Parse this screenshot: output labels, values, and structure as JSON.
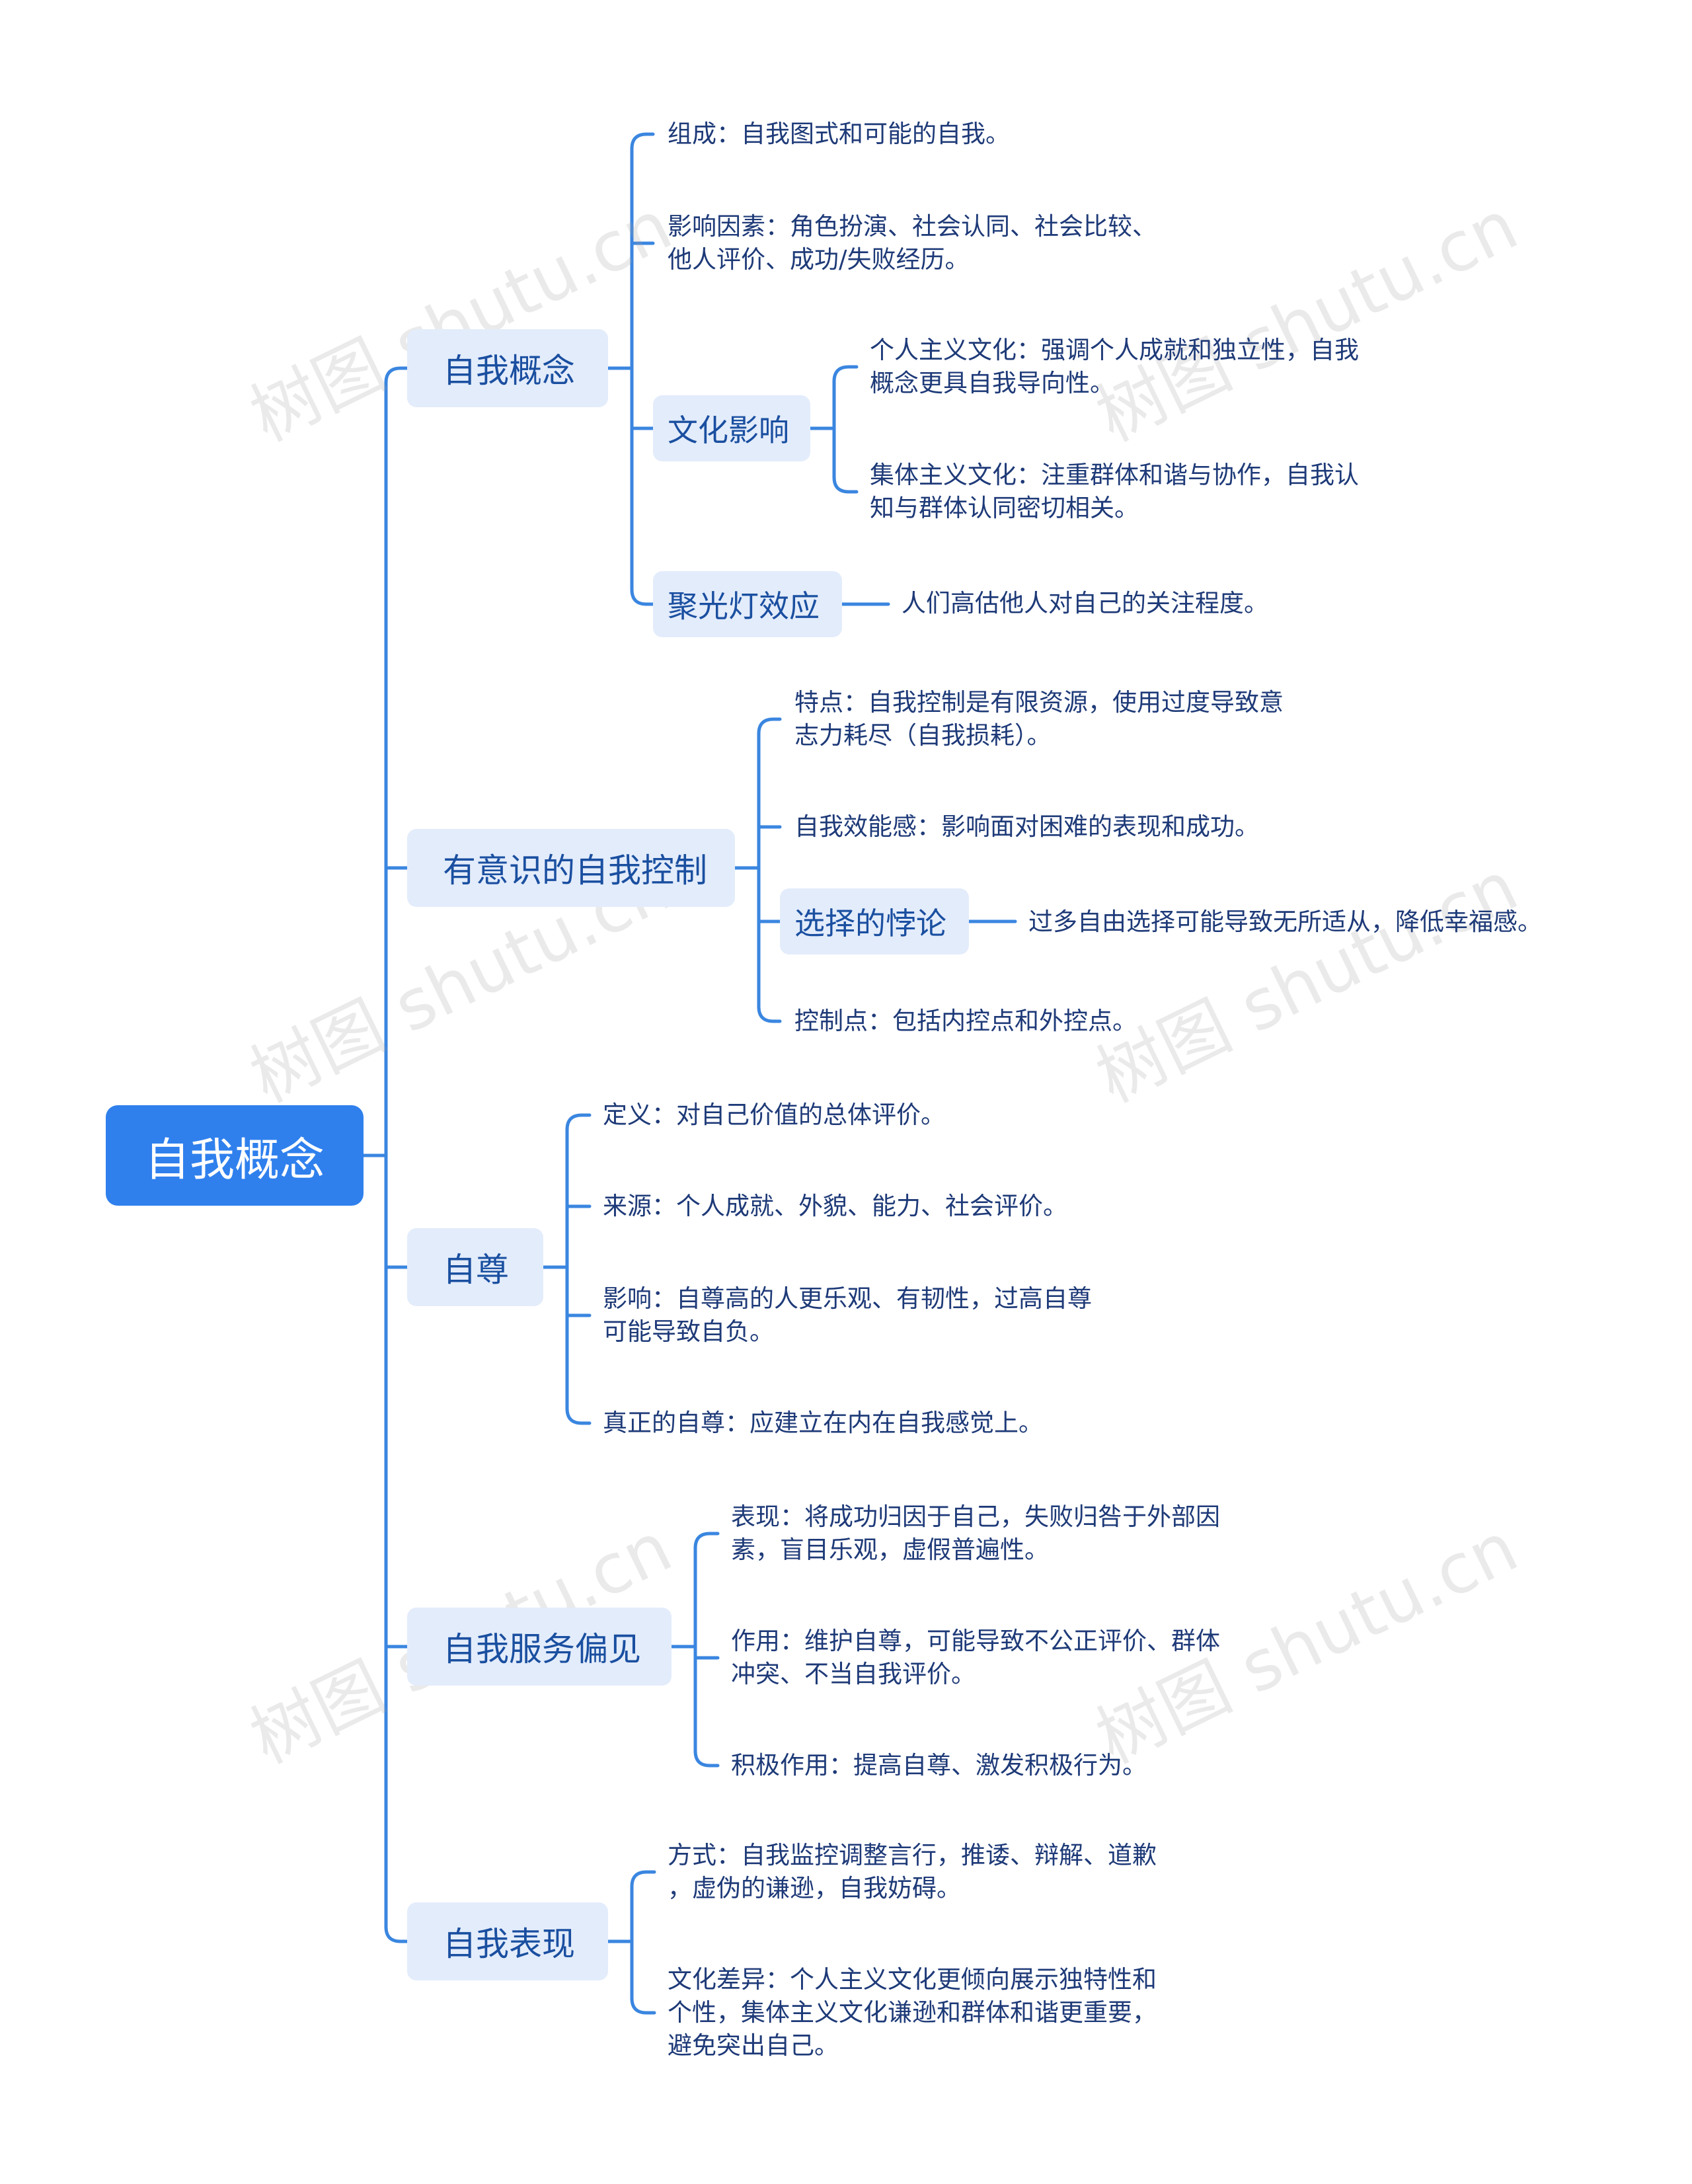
{
  "root": "自我概念",
  "colors": {
    "root": "#2f80ed",
    "branch_bg": "#e3ecfb",
    "branch_text": "#1a4fa0",
    "leaf_text": "#1e3a78",
    "line": "#3a86e0"
  },
  "branches": [
    {
      "label": "自我概念",
      "children": [
        {
          "text": "组成：自我图式和可能的自我。"
        },
        {
          "text": "影响因素：角色扮演、社会认同、社会比较、\n他人评价、成功/失败经历。"
        },
        {
          "label": "文化影响",
          "children": [
            {
              "text": "个人主义文化：强调个人成就和独立性，自我\n概念更具自我导向性。"
            },
            {
              "text": "集体主义文化：注重群体和谐与协作，自我认\n知与群体认同密切相关。"
            }
          ]
        },
        {
          "label": "聚光灯效应",
          "children": [
            {
              "text": "人们高估他人对自己的关注程度。"
            }
          ]
        }
      ]
    },
    {
      "label": "有意识的自我控制",
      "children": [
        {
          "text": "特点：自我控制是有限资源，使用过度导致意\n志力耗尽（自我损耗）。"
        },
        {
          "text": "自我效能感：影响面对困难的表现和成功。"
        },
        {
          "label": "选择的悖论",
          "children": [
            {
              "text": "过多自由选择可能导致无所适从，降低幸福感。"
            }
          ]
        },
        {
          "text": "控制点：包括内控点和外控点。"
        }
      ]
    },
    {
      "label": "自尊",
      "children": [
        {
          "text": "定义：对自己价值的总体评价。"
        },
        {
          "text": "来源：个人成就、外貌、能力、社会评价。"
        },
        {
          "text": "影响：自尊高的人更乐观、有韧性，过高自尊\n可能导致自负。"
        },
        {
          "text": "真正的自尊：应建立在内在自我感觉上。"
        }
      ]
    },
    {
      "label": "自我服务偏见",
      "children": [
        {
          "text": "表现：将成功归因于自己，失败归咎于外部因\n素，盲目乐观，虚假普遍性。"
        },
        {
          "text": "作用：维护自尊，可能导致不公正评价、群体\n冲突、不当自我评价。"
        },
        {
          "text": "积极作用：提高自尊、激发积极行为。"
        }
      ]
    },
    {
      "label": "自我表现",
      "children": [
        {
          "text": "方式：自我监控调整言行，推诿、辩解、道歉\n，虚伪的谦逊，自我妨碍。"
        },
        {
          "text": "文化差异：个人主义文化更倾向展示独特性和\n个性，集体主义文化谦逊和群体和谐更重要，\n避免突出自己。"
        }
      ]
    }
  ],
  "watermark": "树图 shutu.cn"
}
